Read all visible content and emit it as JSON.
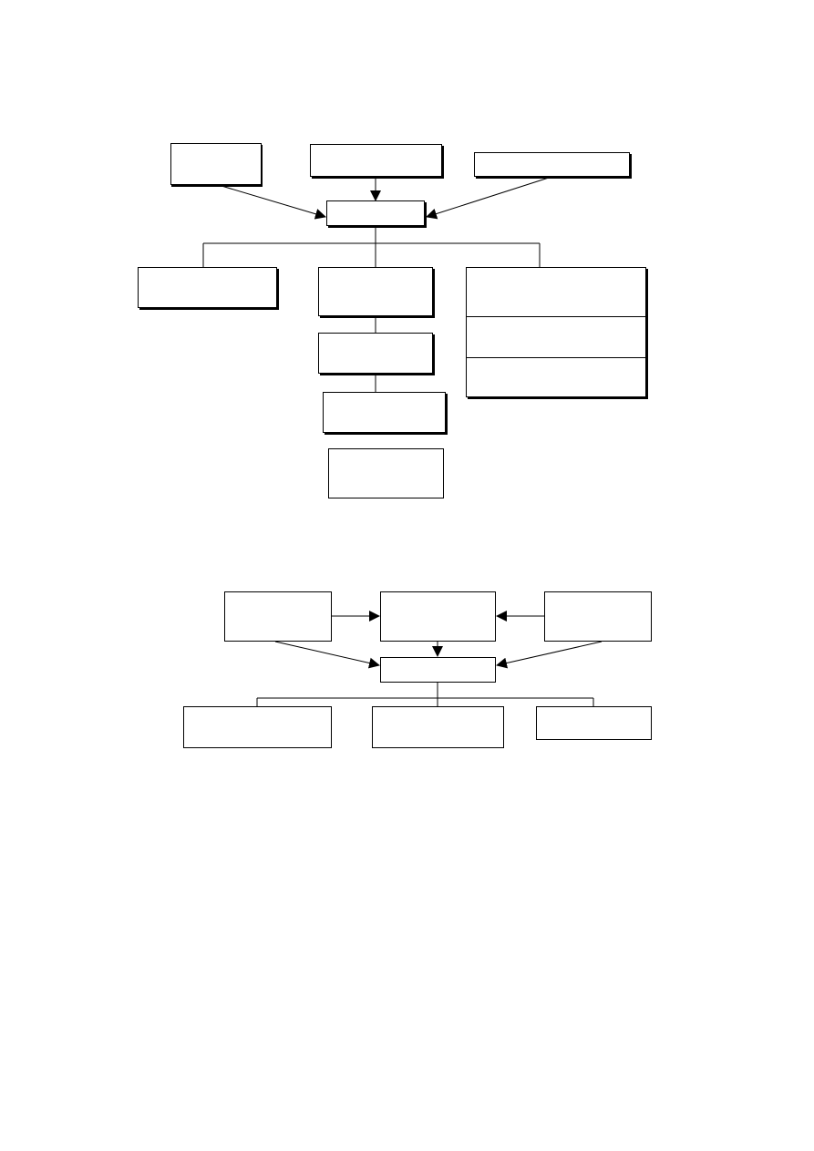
{
  "diagrams": [
    {
      "id": "diagram-top",
      "boxes": [
        {
          "id": "top-input-left",
          "label": ""
        },
        {
          "id": "top-input-middle",
          "label": ""
        },
        {
          "id": "top-input-right",
          "label": ""
        },
        {
          "id": "top-hub",
          "label": ""
        },
        {
          "id": "top-branch-left",
          "label": ""
        },
        {
          "id": "top-branch-middle",
          "label": ""
        },
        {
          "id": "top-chain-2",
          "label": ""
        },
        {
          "id": "top-chain-3",
          "label": ""
        },
        {
          "id": "top-chain-4",
          "label": ""
        },
        {
          "id": "top-stack-1",
          "label": ""
        },
        {
          "id": "top-stack-2",
          "label": ""
        },
        {
          "id": "top-stack-3",
          "label": ""
        }
      ]
    },
    {
      "id": "diagram-bottom",
      "boxes": [
        {
          "id": "bottom-input-left",
          "label": ""
        },
        {
          "id": "bottom-input-middle",
          "label": ""
        },
        {
          "id": "bottom-input-right",
          "label": ""
        },
        {
          "id": "bottom-hub",
          "label": ""
        },
        {
          "id": "bottom-output-left",
          "label": ""
        },
        {
          "id": "bottom-output-middle",
          "label": ""
        },
        {
          "id": "bottom-output-right",
          "label": ""
        }
      ]
    }
  ],
  "colors": {
    "stroke": "#000000",
    "fill": "#ffffff",
    "background": "#ffffff"
  }
}
